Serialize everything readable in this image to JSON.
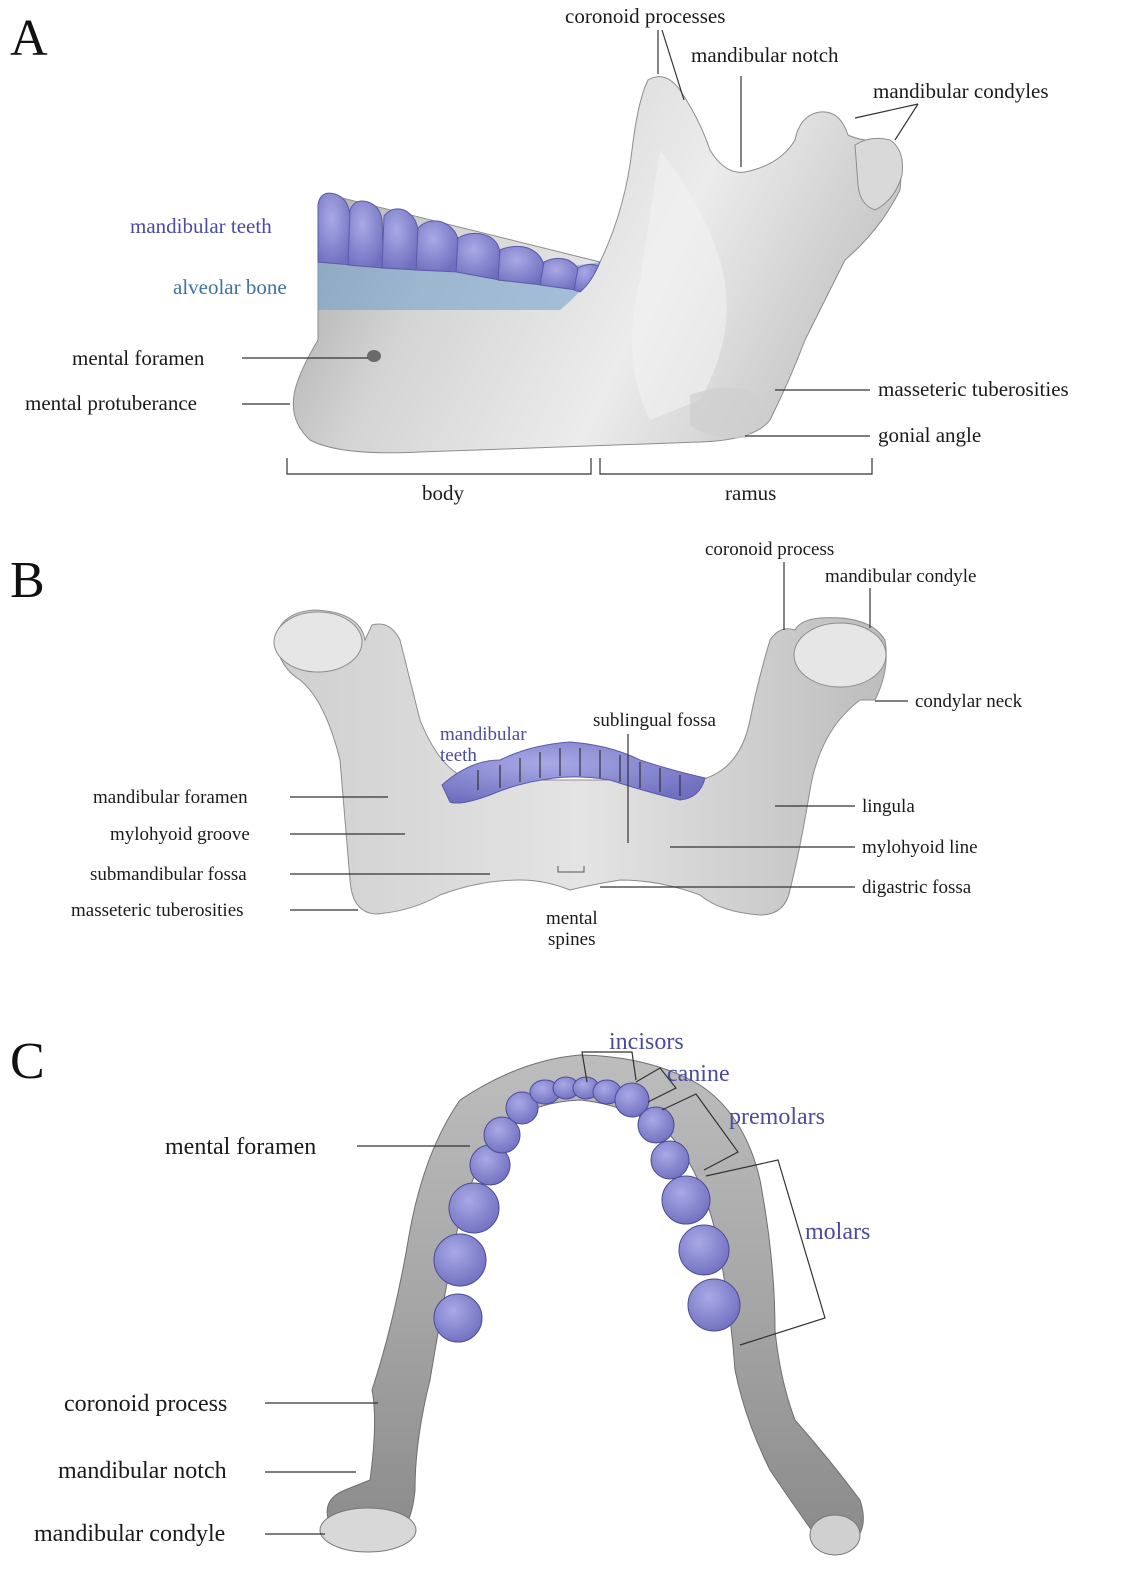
{
  "colors": {
    "teeth": "#8f8fd6",
    "teeth_label": "#4b4ba0",
    "alveolar": "#6f9fcc",
    "alveolar_label": "#3d72a8",
    "bone_light": "#e6e6e6",
    "bone_dark": "#8a8a8a",
    "leader": "#333333"
  },
  "panelA": {
    "letter": "A",
    "labels": {
      "coronoid_processes": "coronoid processes",
      "mandibular_notch": "mandibular notch",
      "mandibular_condyles": "mandibular condyles",
      "mandibular_teeth": "mandibular teeth",
      "alveolar_bone": "alveolar bone",
      "mental_foramen": "mental foramen",
      "mental_protuberance": "mental protuberance",
      "masseteric_tuberosities": "masseteric tuberosities",
      "gonial_angle": "gonial angle",
      "body": "body",
      "ramus": "ramus"
    }
  },
  "panelB": {
    "letter": "B",
    "labels": {
      "coronoid_process": "coronoid process",
      "mandibular_condyle": "mandibular condyle",
      "condylar_neck": "condylar neck",
      "mandibular_teeth_1": "mandibular",
      "mandibular_teeth_2": "teeth",
      "sublingual_fossa": "sublingual fossa",
      "mandibular_foramen": "mandibular foramen",
      "mylohyoid_groove": "mylohyoid groove",
      "submandibular_fossa": "submandibular fossa",
      "masseteric_tuberosities": "masseteric tuberosities",
      "lingula": "lingula",
      "mylohyoid_line": "mylohyoid line",
      "digastric_fossa": "digastric fossa",
      "mental_spines_1": "mental",
      "mental_spines_2": "spines"
    }
  },
  "panelC": {
    "letter": "C",
    "labels": {
      "incisors": "incisors",
      "canine": "canine",
      "premolars": "premolars",
      "molars": "molars",
      "mental_foramen": "mental foramen",
      "coronoid_process": "coronoid process",
      "mandibular_notch": "mandibular notch",
      "mandibular_condyle": "mandibular condyle"
    }
  }
}
